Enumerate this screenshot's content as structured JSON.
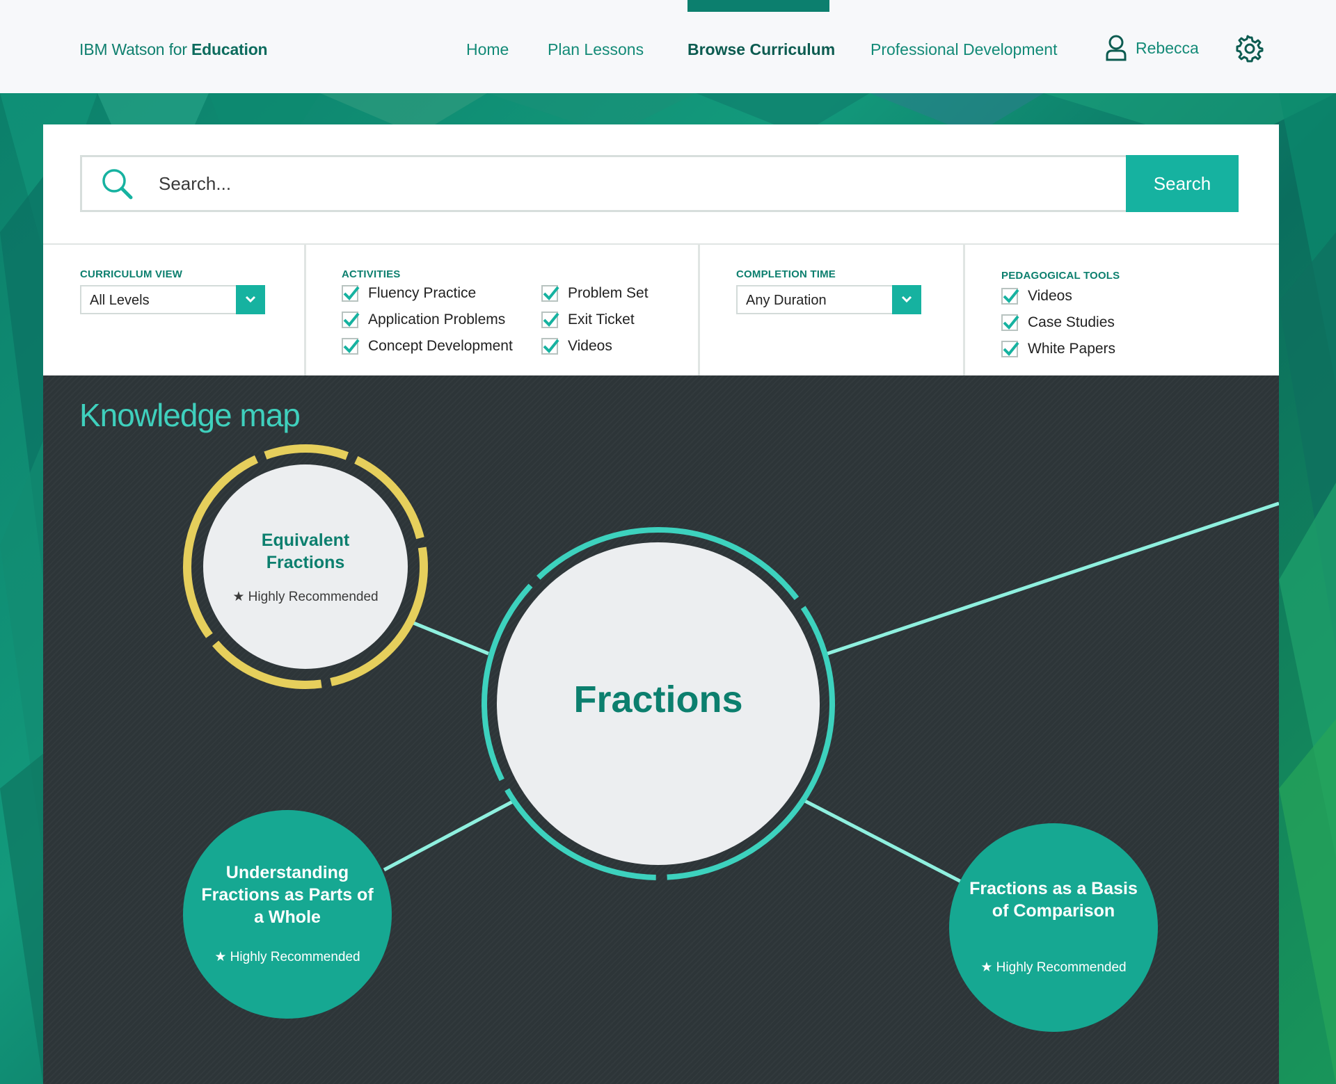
{
  "app": {
    "brand_prefix": "IBM Watson for ",
    "brand_strong": "Education"
  },
  "nav": {
    "items": [
      "Home",
      "Plan Lessons",
      "Browse Curriculum",
      "Professional Development"
    ],
    "active": "Browse Curriculum",
    "user_name": "Rebecca"
  },
  "search": {
    "placeholder": "Search...",
    "button_label": "Search"
  },
  "filters": {
    "curriculum_view": {
      "label": "CURRICULUM VIEW",
      "selected": "All Levels"
    },
    "activities": {
      "label": "ACTIVITIES",
      "options": [
        "Fluency Practice",
        "Application Problems",
        "Concept Development",
        "Problem Set",
        "Exit Ticket",
        "Videos"
      ],
      "checked": [
        true,
        true,
        true,
        true,
        true,
        true
      ]
    },
    "completion_time": {
      "label": "COMPLETION TIME",
      "selected": "Any Duration"
    },
    "pedagogical_tools": {
      "label": "PEDAGOGICAL TOOLS",
      "options": [
        "Videos",
        "Case Studies",
        "White Papers"
      ],
      "checked": [
        true,
        true,
        true
      ]
    }
  },
  "knowledge_map": {
    "title": "Knowledge map",
    "center": "Fractions",
    "nodes": {
      "equivalent": {
        "title": "Equivalent Fractions",
        "badge": "★ Highly Recommended"
      },
      "parts_of_whole": {
        "title": "Understanding Fractions as Parts of a Whole",
        "badge": "★ Highly Recommended"
      },
      "comparison": {
        "title": "Fractions as a Basis of Comparison",
        "badge": "★ Highly Recommended"
      }
    }
  },
  "colors": {
    "brand_green": "#0c7f6e",
    "accent_teal": "#16b2a0",
    "map_background": "#2d3538",
    "highlight_yellow": "#e6cf5c",
    "link_mint": "#8ff0df"
  }
}
